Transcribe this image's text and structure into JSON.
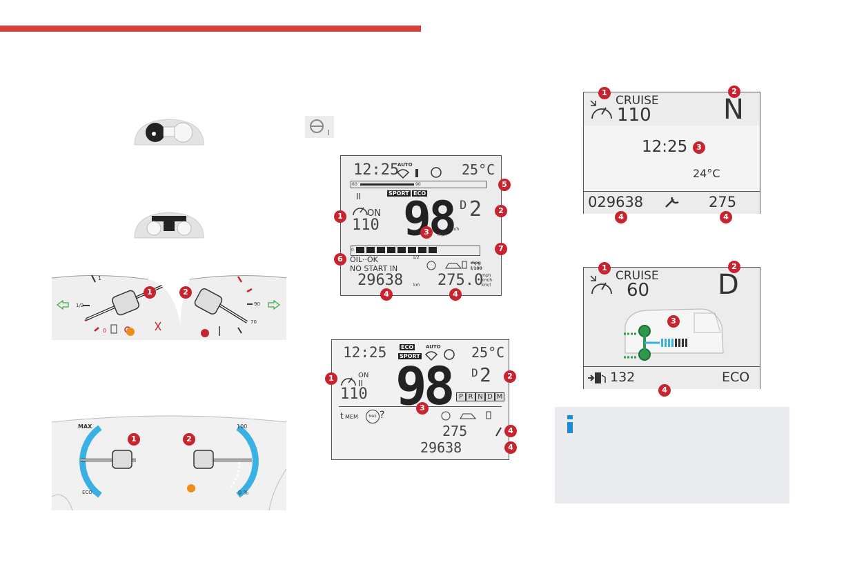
{
  "display_a": {
    "time": "12:25",
    "auto": "AUTO",
    "temp": "25°C",
    "scale_low": "60",
    "scale_high": "90",
    "mode_sport": "SPORT",
    "mode_eco": "ECO",
    "cruise_state": "ON",
    "cruise_speed": "110",
    "speed": "98",
    "unit_kmh": "km/h",
    "unit_mph": "mph",
    "gear": "D",
    "gear_num": "2",
    "fuel_zero": "0",
    "fuel_half": "1/2",
    "oil": "OIL··OK",
    "nostart": "NO START IN",
    "odometer": "29638",
    "odo_unit": "km",
    "range": "275.0",
    "units_top": "mpg",
    "units_l100": "l/100",
    "units_mph": "mph",
    "units_kmh": "km/h",
    "units_kml": "km/l",
    "markers": [
      "1",
      "2",
      "3",
      "4",
      "4",
      "5",
      "6",
      "7"
    ]
  },
  "display_b": {
    "time": "12:25",
    "eco": "ECO",
    "sport": "SPORT",
    "auto": "AUTO",
    "temp": "25°C",
    "cruise_state": "ON",
    "cruise_speed": "110",
    "speed": "98",
    "gear": "D",
    "gear_num": "2",
    "prndm": [
      "P",
      "R",
      "N",
      "D",
      "M"
    ],
    "mem": "MEM",
    "max": "MAX",
    "question": "?",
    "range": "275",
    "odometer": "29638",
    "markers": [
      "1",
      "2",
      "3",
      "4",
      "4"
    ]
  },
  "display_c": {
    "cruise_label": "CRUISE",
    "cruise_speed": "110",
    "gear": "N",
    "time": "12:25",
    "temp": "24°C",
    "odometer": "029638",
    "range": "275",
    "markers": [
      "1",
      "2",
      "3",
      "4",
      "4"
    ]
  },
  "display_d": {
    "cruise_label": "CRUISE",
    "cruise_speed": "60",
    "gear": "D",
    "value": "132",
    "mode": "ECO",
    "markers": [
      "1",
      "2",
      "3",
      "4"
    ]
  },
  "gauges_analog": {
    "left_labels": [
      "1",
      "1/2",
      "0"
    ],
    "right_labels": [
      "90",
      "70"
    ],
    "markers": [
      "1",
      "2"
    ]
  },
  "gauges_blue": {
    "left_max": "MAX",
    "left_eco": "ECO",
    "right_100": "100",
    "right_0": "0 %",
    "markers": [
      "1",
      "2"
    ]
  },
  "colors": {
    "accent_red": "#d8403a",
    "marker_red": "#c8242f",
    "info_blue": "#1e8ad6",
    "gauge_blue": "#39b1e4"
  }
}
